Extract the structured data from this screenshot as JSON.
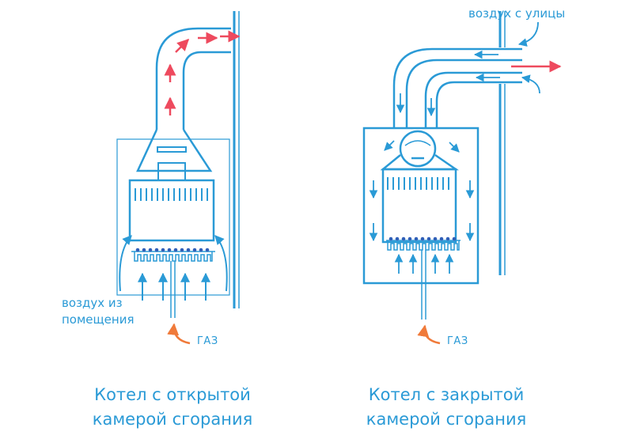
{
  "left": {
    "air_label_line1": "воздух из",
    "air_label_line2": "помещения",
    "gas_label": "ГАЗ",
    "caption_line1": "Котел с открытой",
    "caption_line2": "камерой сгорания"
  },
  "right": {
    "air_label": "воздух с улицы",
    "gas_label": "ГАЗ",
    "caption_line1": "Котел с закрытой",
    "caption_line2": "камерой сгорания"
  },
  "colors": {
    "line": "#2a9ad6",
    "exhaust_arrow": "#ee4a5e",
    "gas_arrow": "#f07a3a",
    "flame": "#2f5fb8"
  }
}
